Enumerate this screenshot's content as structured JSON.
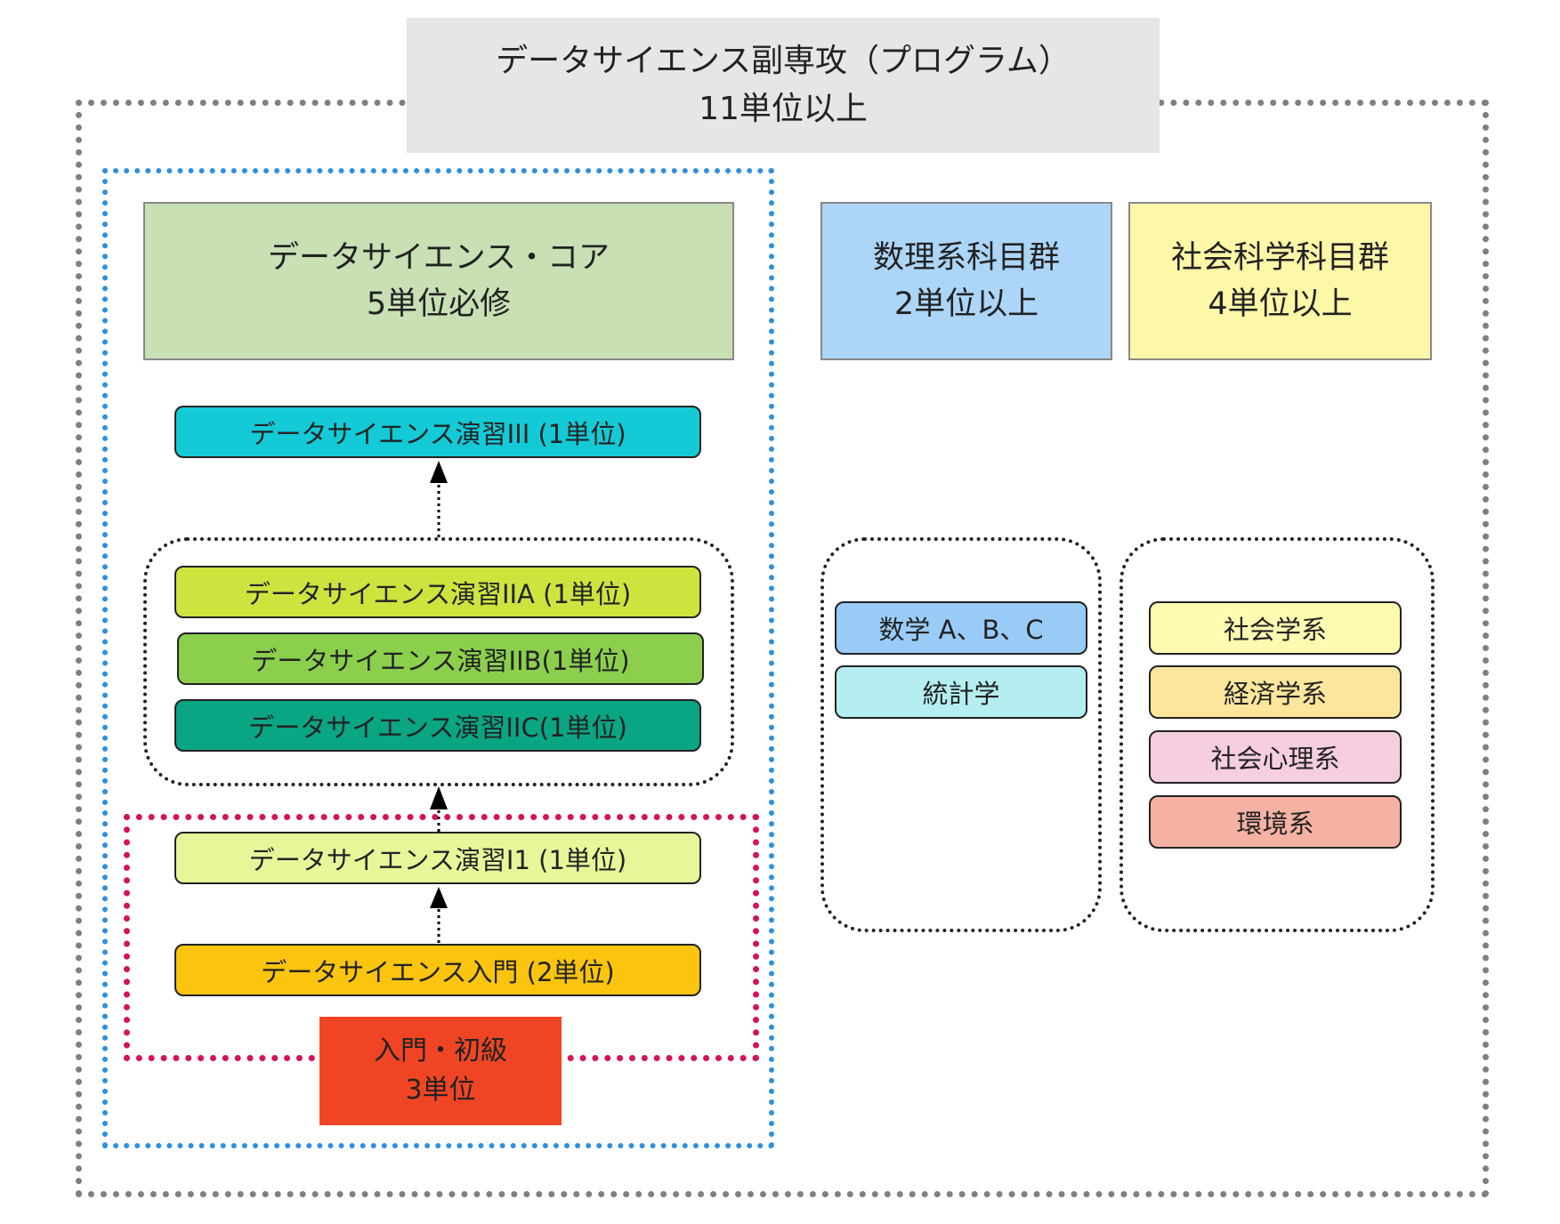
{
  "title": {
    "line1": "データサイエンス副専攻（プログラム）",
    "line2": "11単位以上"
  },
  "core": {
    "line1": "データサイエンス・コア",
    "line2": "5単位必修"
  },
  "math": {
    "line1": "数理系科目群",
    "line2": "2単位以上"
  },
  "social": {
    "line1": "社会科学科目群",
    "line2": "4単位以上"
  },
  "courses": {
    "ds3": "データサイエンス演習III (1単位)",
    "ds2a": "データサイエンス演習IIA (1単位)",
    "ds2b": "データサイエンス演習IIB(1単位)",
    "ds2c": "データサイエンス演習IIC(1単位)",
    "ds1": "データサイエンス演習I1 (1単位)",
    "intro": "データサイエンス入門 (2単位)"
  },
  "intro_level": {
    "line1": "入門・初級",
    "line2": "3単位"
  },
  "math_items": [
    "数学 A、B、C",
    "統計学"
  ],
  "social_items": [
    "社会学系",
    "経済学系",
    "社会心理系",
    "環境系"
  ],
  "colors": {
    "outer_border": "#808080",
    "core_border": "#2e8fe0",
    "intro_border": "#d4145a",
    "title_bg": "#e6e6e6",
    "core_bg": "#c9e0b5",
    "math_bg": "#acd5f7",
    "social_bg": "#fdf7a8",
    "ds3": "#13cad6",
    "ds2a": "#cde43f",
    "ds2b": "#8ccf4d",
    "ds2c": "#0aa583",
    "ds1": "#e6f79a",
    "intro": "#fac40f",
    "intro_level": "#ef4524",
    "math_item1": "#98ccf6",
    "math_item2": "#b5eef1",
    "social_item1": "#fdfab1",
    "social_item2": "#fbe69c",
    "social_item3": "#f5cee0",
    "social_item4": "#f5b2a4"
  }
}
